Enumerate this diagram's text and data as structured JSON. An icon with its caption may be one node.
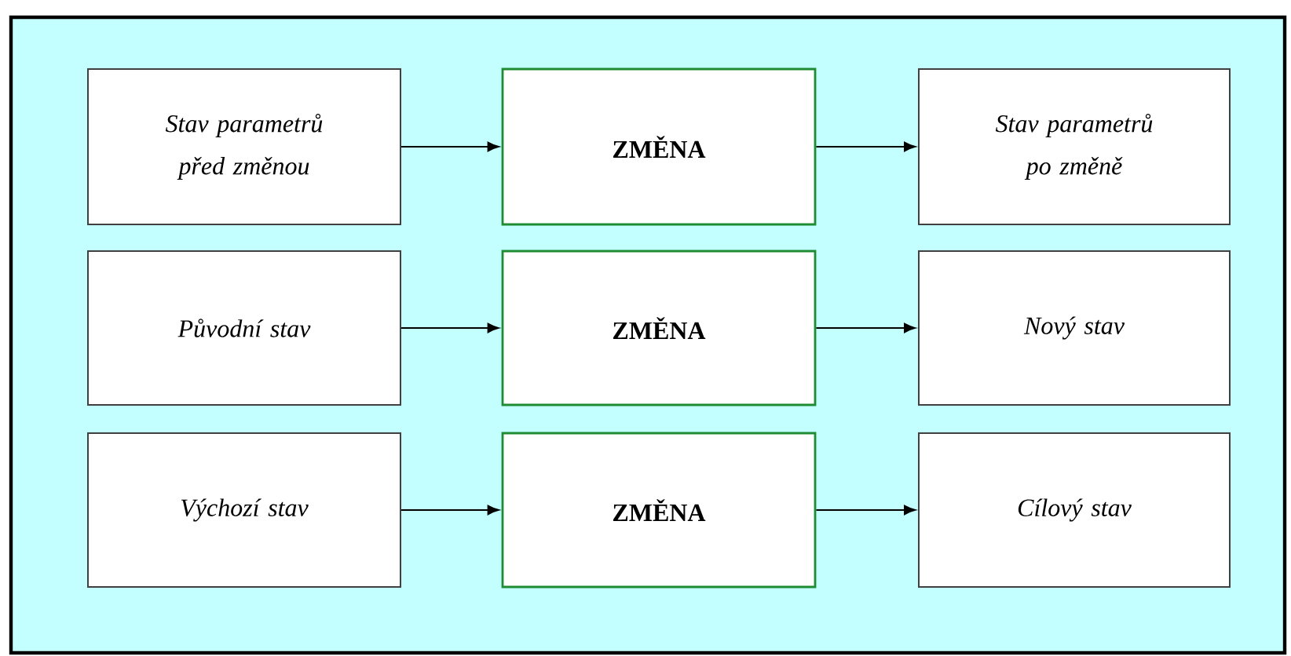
{
  "diagram": {
    "nodes": [
      {
        "text": [
          "Stav parametrů před změnou"
        ]
      },
      {
        "text": [
          "ZMĚNA"
        ]
      },
      {
        "text": [
          "Stav parametrů po změně"
        ]
      },
      {
        "text": [
          "Původní stav"
        ]
      },
      {
        "text": [
          "ZMĚNA"
        ]
      },
      {
        "text": [
          "Nový stav"
        ]
      },
      {
        "text": [
          "Výchozí stav"
        ]
      },
      {
        "text": [
          "ZMĚNA"
        ]
      },
      {
        "text": [
          "Cílový stav"
        ]
      }
    ],
    "edges": [
      {
        "from": 0,
        "to": 1,
        "arrow": "to"
      },
      {
        "from": 1,
        "to": 2,
        "arrow": "to"
      },
      {
        "from": 3,
        "to": 4,
        "arrow": "to"
      },
      {
        "from": 4,
        "to": 5,
        "arrow": "to"
      },
      {
        "from": 6,
        "to": 7,
        "arrow": "to"
      },
      {
        "from": 7,
        "to": 8,
        "arrow": "to"
      }
    ]
  }
}
